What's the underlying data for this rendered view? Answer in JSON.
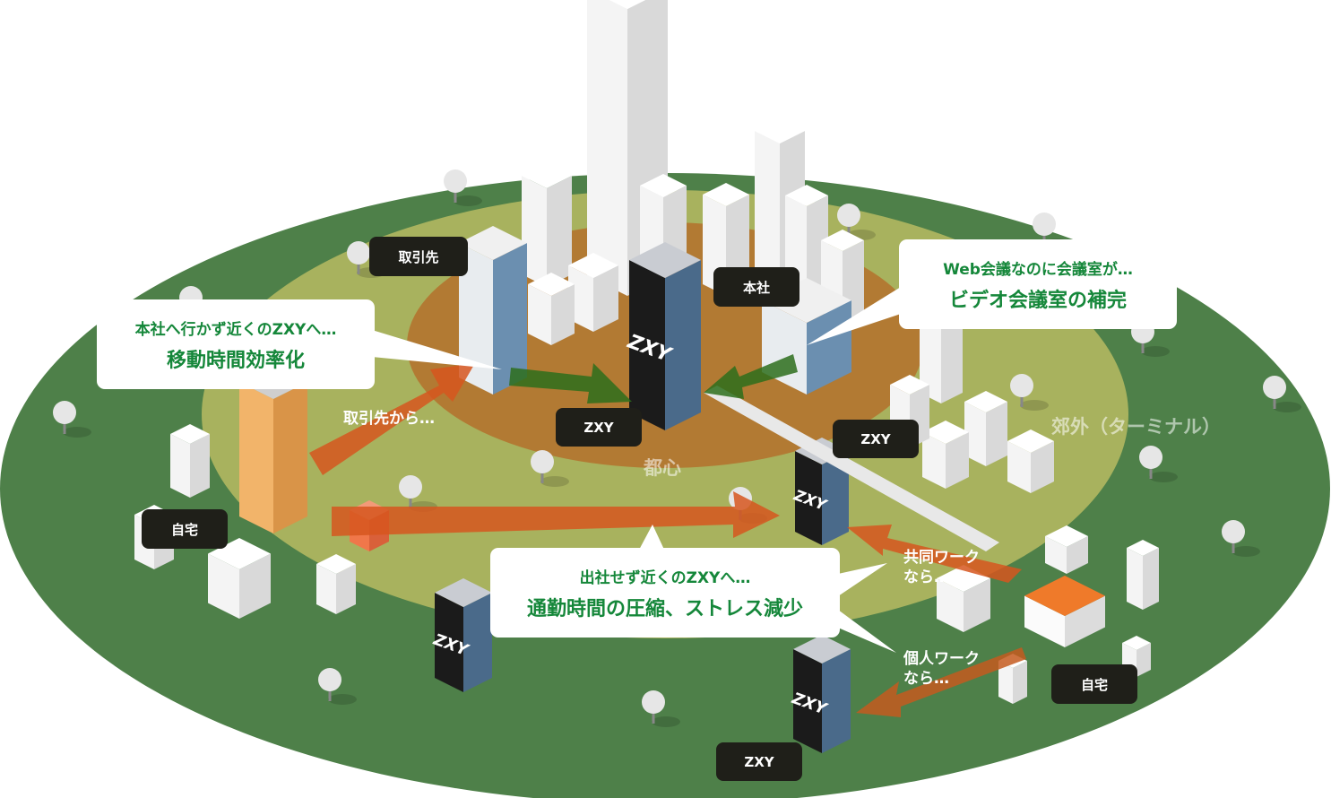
{
  "colors": {
    "outer_zone": "#4e8049",
    "middle_zone": "#a8b25e",
    "center_zone": "#b27a33",
    "arrow_orange": "#d6561f",
    "arrow_green": "#2d6e1c",
    "callout_text": "#15873a",
    "tag_bg": "#1f1f19"
  },
  "zones": {
    "center": "都心",
    "suburb": "郊外（ターミナル）"
  },
  "tags": {
    "client": "取引先",
    "headquarters": "本社",
    "zxy_center": "ZXY",
    "zxy_east": "ZXY",
    "zxy_south": "ZXY",
    "home_west": "自宅",
    "home_east": "自宅"
  },
  "callouts": {
    "travel": {
      "line1": "本社へ行かず近くのZXYへ…",
      "line2": "移動時間効率化"
    },
    "video": {
      "line1": "Web会議なのに会議室が…",
      "line2": "ビデオ会議室の補完"
    },
    "commute": {
      "line1": "出社せず近くのZXYへ…",
      "line2": "通勤時間の圧縮、ストレス減少"
    }
  },
  "arrow_labels": {
    "from_client": "取引先から…",
    "cowork_1": "共同ワーク",
    "cowork_2": "なら…",
    "solo_1": "個人ワーク",
    "solo_2": "なら…"
  },
  "logos": {
    "zxy_building": "ZXY"
  }
}
